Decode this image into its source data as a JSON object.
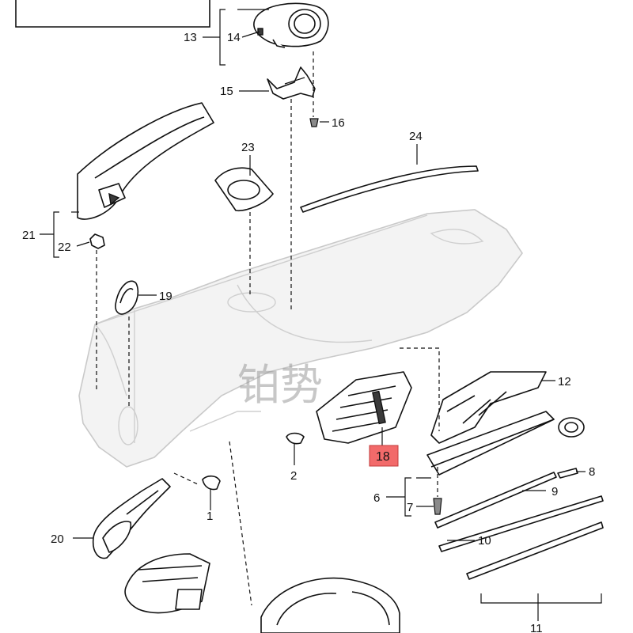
{
  "labels": {
    "l1": "1",
    "l2": "2",
    "l6": "6",
    "l7": "7",
    "l8": "8",
    "l9": "9",
    "l10": "10",
    "l11": "11",
    "l12": "12",
    "l13": "13",
    "l14": "14",
    "l15": "15",
    "l16": "16",
    "l18": "18",
    "l19": "19",
    "l20": "20",
    "l21": "21",
    "l22": "22",
    "l23": "23",
    "l24": "24"
  },
  "highlight": {
    "part": "18",
    "color": "#f26a6a"
  },
  "watermark": {
    "text": "铂势"
  }
}
